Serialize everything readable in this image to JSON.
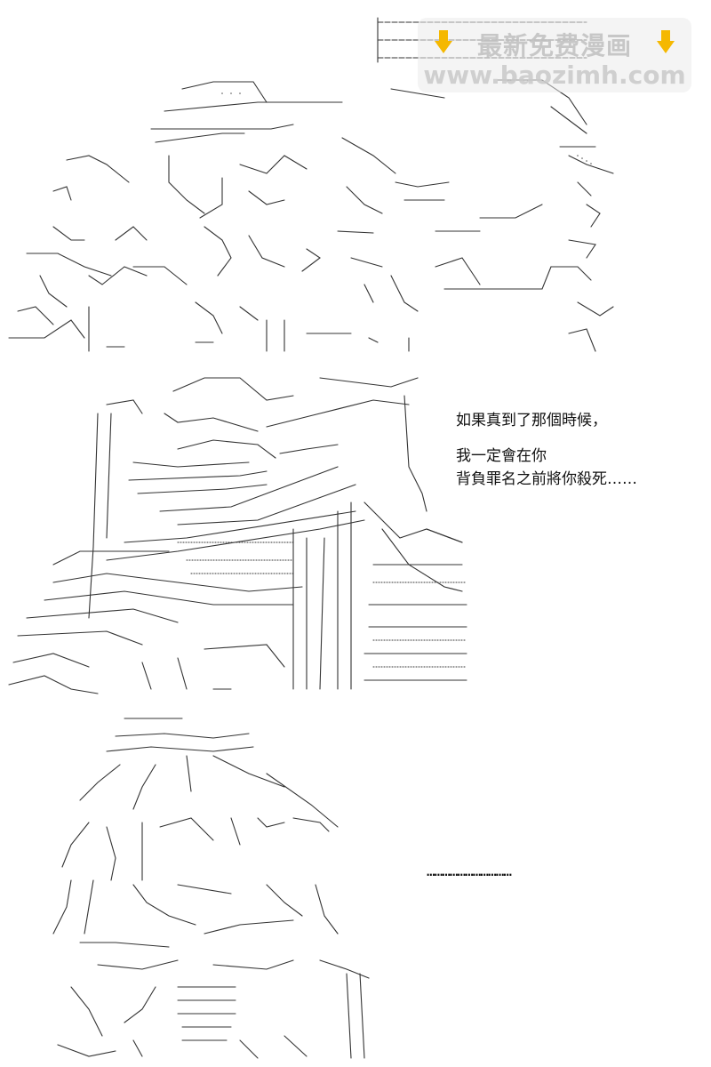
{
  "watermark": {
    "title": "最新免费漫画",
    "url": "www.baozimh.com",
    "icon": "pointing-down-hand-icon",
    "icon_color": "#f5b800",
    "text_color": "#bdbdbd"
  },
  "panels": [
    {
      "art": "ascii-art-group-scene",
      "dialogue": []
    },
    {
      "art": "ascii-art-dragon-girl-closeup",
      "dialogue": [
        "如果真到了那個時候，",
        "我一定會在你",
        "背負罪名之前將你殺死……"
      ]
    },
    {
      "art": "ascii-art-shadowed-girl",
      "dialogue": [
        "……………………………"
      ]
    }
  ]
}
